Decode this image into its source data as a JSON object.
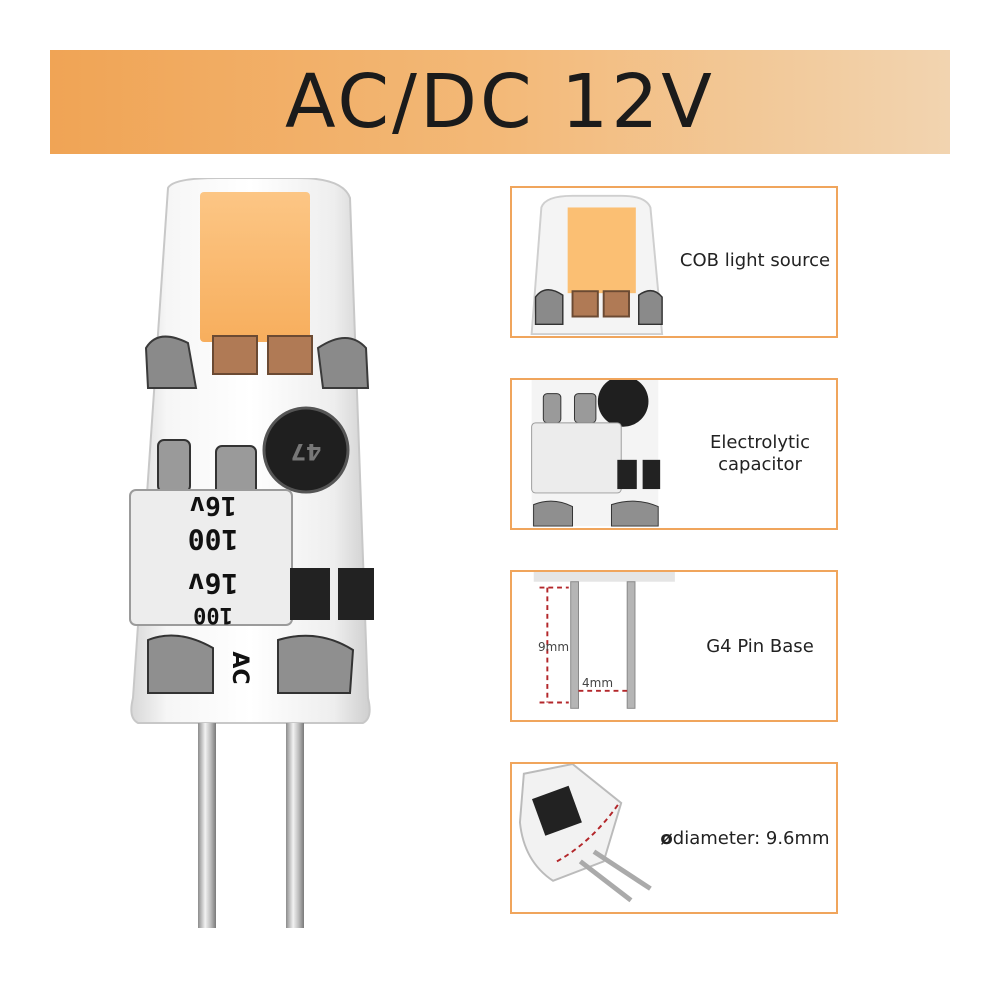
{
  "banner": {
    "title": "AC/DC 12V"
  },
  "main_bulb": {
    "capacitor_text": [
      "16v",
      "100",
      "16v",
      "100"
    ],
    "base_text": "AC",
    "inductor_text": "47"
  },
  "panels": [
    {
      "label": "COB light source"
    },
    {
      "label_lines": [
        "Electrolytic",
        "capacitor"
      ]
    },
    {
      "label": "G4  Pin Base",
      "dim_height": "9mm",
      "dim_width": "4mm"
    },
    {
      "diameter_symbol": "ø",
      "label": "diameter: 9.6mm"
    }
  ],
  "colors": {
    "accent": "#f0a55c",
    "led": "#fbbf73",
    "banner_start": "#f0a455",
    "banner_end": "#f2d4b0",
    "dimension_line": "#b3262a"
  }
}
